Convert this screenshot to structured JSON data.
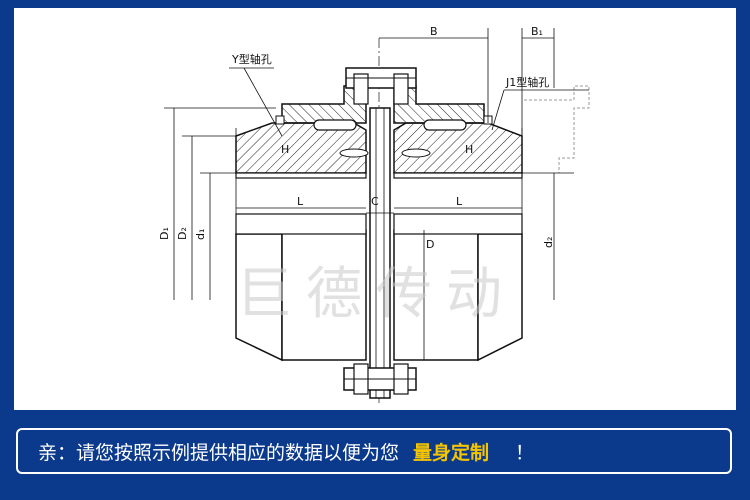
{
  "diagram": {
    "dimension_labels": {
      "B": "B",
      "B1": "B₁",
      "L_left": "L",
      "L_right": "L",
      "C": "C",
      "H_left": "H",
      "H_right": "H",
      "D": "D",
      "D1": "D₁",
      "D2": "D₂",
      "d1": "d₁",
      "d2": "d₂"
    },
    "callouts": {
      "y_bore": "Y型轴孔",
      "j1_bore": "J1型轴孔"
    },
    "watermark": "巨德传动"
  },
  "banner": {
    "text": "亲：请您按照示例提供相应的数据以便为您",
    "highlight": "量身定制",
    "exclaim": "！"
  },
  "colors": {
    "frame": "#0b3a8c",
    "highlight": "#f5c400"
  }
}
